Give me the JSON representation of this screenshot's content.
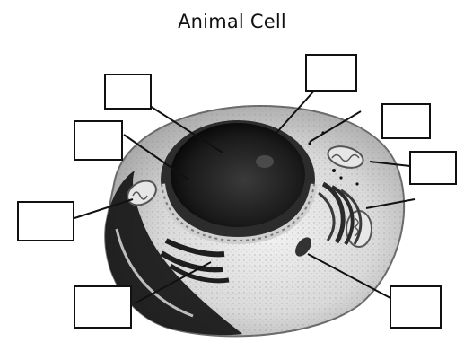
{
  "title": "Animal Cell",
  "diagram": {
    "subject": "animal-cell",
    "label_boxes": [
      {
        "name": "label-box-1",
        "text": ""
      },
      {
        "name": "label-box-2",
        "text": ""
      },
      {
        "name": "label-box-3",
        "text": ""
      },
      {
        "name": "label-box-4",
        "text": ""
      },
      {
        "name": "label-box-5",
        "text": ""
      },
      {
        "name": "label-box-6",
        "text": ""
      },
      {
        "name": "label-box-7",
        "text": ""
      },
      {
        "name": "label-box-8",
        "text": ""
      }
    ]
  }
}
